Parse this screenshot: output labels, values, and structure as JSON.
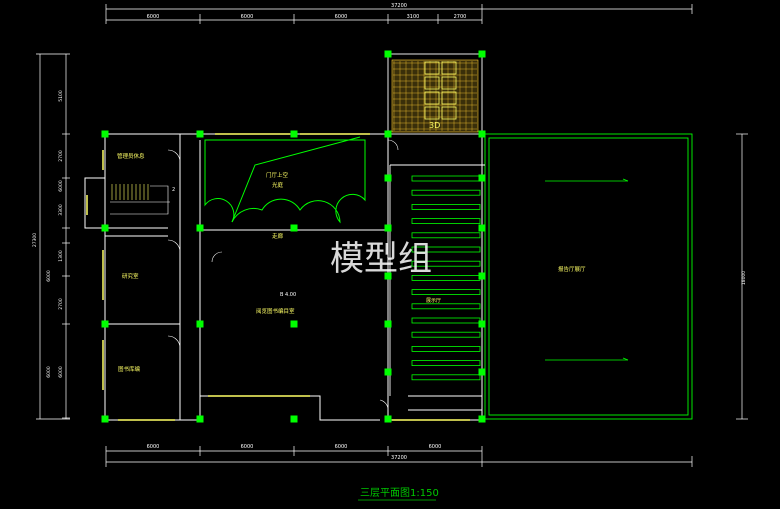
{
  "drawing": {
    "title": "三层平面图",
    "scale": "1:150",
    "watermark": "模型组"
  },
  "dimensions": {
    "top_total": "37200",
    "top_segments": [
      "6000",
      "6000",
      "6000",
      "3100",
      "2700"
    ],
    "bottom_segments": [
      "6000",
      "6000",
      "6000",
      "6000"
    ],
    "bottom_total": "37200",
    "left_segments": [
      "5100",
      "2700",
      "6000",
      "3300",
      "1300",
      "6000",
      "2700",
      "6000",
      "6000"
    ],
    "left_total": "27300",
    "right_total": "18000"
  },
  "rooms": {
    "office": "管理员休息",
    "research": "研究室",
    "library": "图书库编",
    "void": "门厅上空",
    "void_sub": "光庭",
    "corridor": "走廊",
    "reading": "阅览图书编目室",
    "elevation": "B 4.00",
    "exhibit": "展示厅",
    "report_hall": "报告厅展厅",
    "stair_mark": "2",
    "toilet_mark": "3D"
  },
  "colors": {
    "background": "#000000",
    "wall": "#ffffff",
    "column": "#00ff00",
    "window": "#ffff66",
    "text": "#ffff66",
    "title": "#00c800",
    "dimension": "#ffffff"
  }
}
